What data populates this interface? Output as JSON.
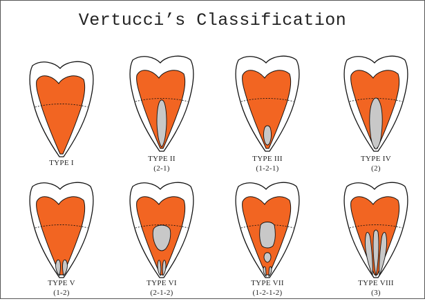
{
  "title": "Vertucci’s Classification",
  "colors": {
    "pulp": "#f26522",
    "canal": "#c8c8c8",
    "outline": "#111111",
    "tooth": "#ffffff"
  },
  "types": [
    {
      "label": "TYPE I",
      "config": "",
      "canal": "type1"
    },
    {
      "label": "TYPE II",
      "config": "(2-1)",
      "canal": "type2"
    },
    {
      "label": "TYPE III",
      "config": "(1-2-1)",
      "canal": "type3"
    },
    {
      "label": "TYPE IV",
      "config": "(2)",
      "canal": "type4"
    },
    {
      "label": "TYPE  V",
      "config": "(1-2)",
      "canal": "type5"
    },
    {
      "label": "TYPE VI",
      "config": "(2-1-2)",
      "canal": "type6"
    },
    {
      "label": "TYPE VII",
      "config": "(1-2-1-2)",
      "canal": "type7"
    },
    {
      "label": "TYPE VIII",
      "config": "(3)",
      "canal": "type8"
    }
  ]
}
